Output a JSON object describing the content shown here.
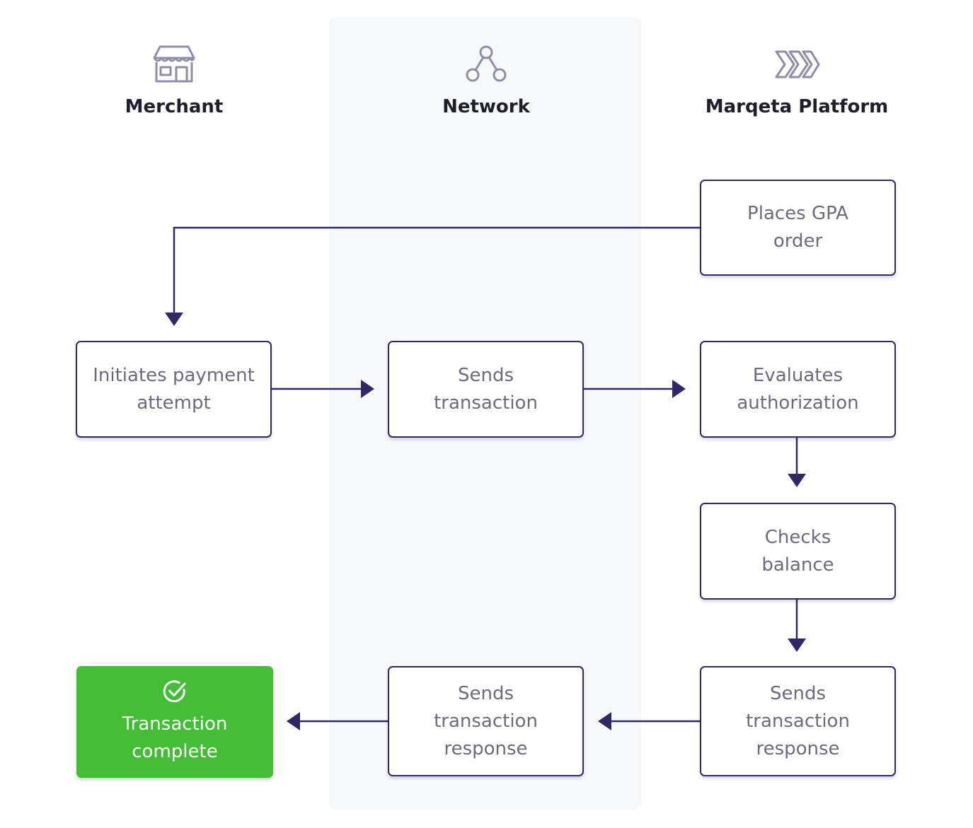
{
  "columns": [
    {
      "label": "Merchant",
      "icon": "storefront-icon"
    },
    {
      "label": "Network",
      "icon": "network-nodes-icon"
    },
    {
      "label": "Marqeta Platform",
      "icon": "marqeta-chevrons-icon"
    }
  ],
  "steps": {
    "places_gpa_order": "Places GPA\norder",
    "initiates_payment_attempt": "Initiates payment\nattempt",
    "network_sends_transaction": "Sends\ntransaction",
    "evaluates_authorization": "Evaluates\nauthorization",
    "checks_balance": "Checks\nbalance",
    "platform_sends_transaction_response": "Sends\ntransaction\nresponse",
    "network_sends_transaction_response": "Sends\ntransaction\nresponse",
    "transaction_complete": "Transaction\ncomplete"
  },
  "colors": {
    "accent": "#2f2a66",
    "icon": "#8f8ea6",
    "success": "#42bd35",
    "lane_background": "#f7f8fa",
    "step_text": "#6b6b7e",
    "header_text": "#1e1f2b"
  }
}
